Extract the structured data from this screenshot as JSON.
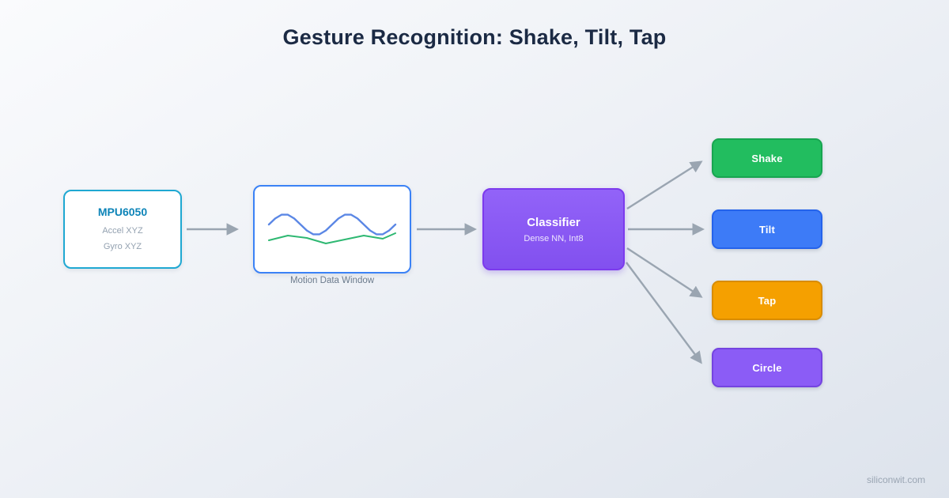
{
  "title": "Gesture Recognition: Shake, Tilt, Tap",
  "watermark": "siliconwit.com",
  "nodes": {
    "sensor": {
      "title": "MPU6050",
      "line1": "Accel XYZ",
      "line2": "Gyro XYZ",
      "border_color": "#1fa8d2",
      "title_color": "#0d84b8"
    },
    "window": {
      "caption": "Motion Data Window",
      "border_color": "#3b82f6"
    },
    "classifier": {
      "title": "Classifier",
      "subtitle": "Dense NN, Int8",
      "bg_color": "#8b5cf6",
      "border_color": "#7c3aed"
    },
    "outputs": [
      {
        "label": "Shake",
        "bg": "#22bd5f",
        "border": "#18a550"
      },
      {
        "label": "Tilt",
        "bg": "#3d7bf7",
        "border": "#2563eb"
      },
      {
        "label": "Tap",
        "bg": "#f5a000",
        "border": "#d88c00"
      },
      {
        "label": "Circle",
        "bg": "#8b5cf6",
        "border": "#7444e0"
      }
    ]
  },
  "sparkline": {
    "blue_color": "#5b87e5",
    "green_color": "#2eb872",
    "blue_points": [
      [
        12,
        24
      ],
      [
        20,
        16.4
      ],
      [
        28,
        11.6
      ],
      [
        36,
        11.6
      ],
      [
        44,
        16.4
      ],
      [
        52,
        24
      ],
      [
        60,
        31.6
      ],
      [
        68,
        36.4
      ],
      [
        76,
        36.4
      ],
      [
        84,
        31.6
      ],
      [
        92,
        24
      ],
      [
        100,
        16.4
      ],
      [
        108,
        11.6
      ],
      [
        116,
        11.6
      ],
      [
        124,
        16.4
      ],
      [
        132,
        24
      ],
      [
        140,
        31.6
      ],
      [
        148,
        36.4
      ],
      [
        156,
        36.4
      ],
      [
        164,
        31.6
      ],
      [
        172,
        24
      ]
    ],
    "green_points": [
      [
        12,
        44
      ],
      [
        36,
        38
      ],
      [
        60,
        41
      ],
      [
        84,
        48
      ],
      [
        108,
        43
      ],
      [
        132,
        38
      ],
      [
        156,
        42
      ],
      [
        172,
        35
      ]
    ]
  },
  "arrow_color": "#9aa5b1"
}
